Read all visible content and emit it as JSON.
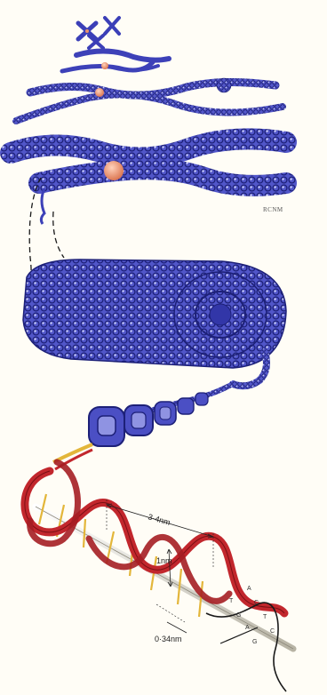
{
  "illustration": {
    "signature": "RCNM",
    "measurements": {
      "helix_pitch": "3·4nm",
      "base_spacing": "0·34nm",
      "width": "1nm"
    },
    "base_pairs": [
      {
        "left": "T",
        "right": "A"
      },
      {
        "left": "G",
        "right": "C"
      },
      {
        "left": "A",
        "right": "T"
      },
      {
        "left": "G",
        "right": "C"
      }
    ],
    "colors": {
      "chromatin": "#4b4fc4",
      "chromatin_dark": "#23258a",
      "chromatin_light": "#b8bdf0",
      "centromere": "#e8916b",
      "backbone_red": "#c2272d",
      "backbone_dark": "#7a1014",
      "rungs_yellow": "#e3b63a",
      "background": "#fffdf6"
    }
  }
}
